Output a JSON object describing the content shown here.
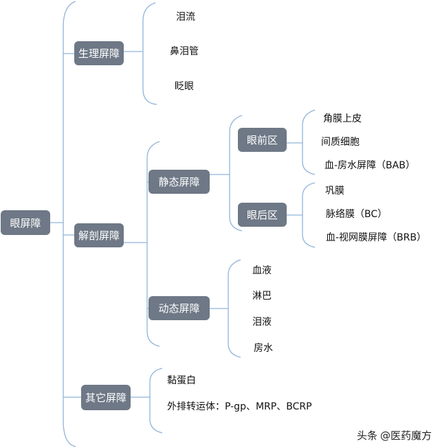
{
  "root": {
    "label": "眼屏障"
  },
  "physiological": {
    "label": "生理屏障",
    "items": [
      "泪流",
      "鼻泪管",
      "眨眼"
    ]
  },
  "anatomical": {
    "label": "解剖屏障",
    "static": {
      "label": "静态屏障",
      "anterior": {
        "label": "眼前区",
        "items": [
          "角膜上皮",
          "间质细胞",
          "血-房水屏障（BAB）"
        ]
      },
      "posterior": {
        "label": "眼后区",
        "items": [
          "巩膜",
          "脉络膜（BC）",
          "血-视网膜屏障（BRB）"
        ]
      }
    },
    "dynamic": {
      "label": "动态屏障",
      "items": [
        "血液",
        "淋巴",
        "泪液",
        "房水"
      ]
    }
  },
  "other": {
    "label": "其它屏障",
    "items": [
      "黏蛋白",
      "外排转运体：P-gp、MRP、BCRP"
    ]
  },
  "watermark": {
    "prefix": "头条",
    "handle": "@医药魔方"
  },
  "colors": {
    "box": "#6e7886",
    "line": "#8fb3d9"
  }
}
